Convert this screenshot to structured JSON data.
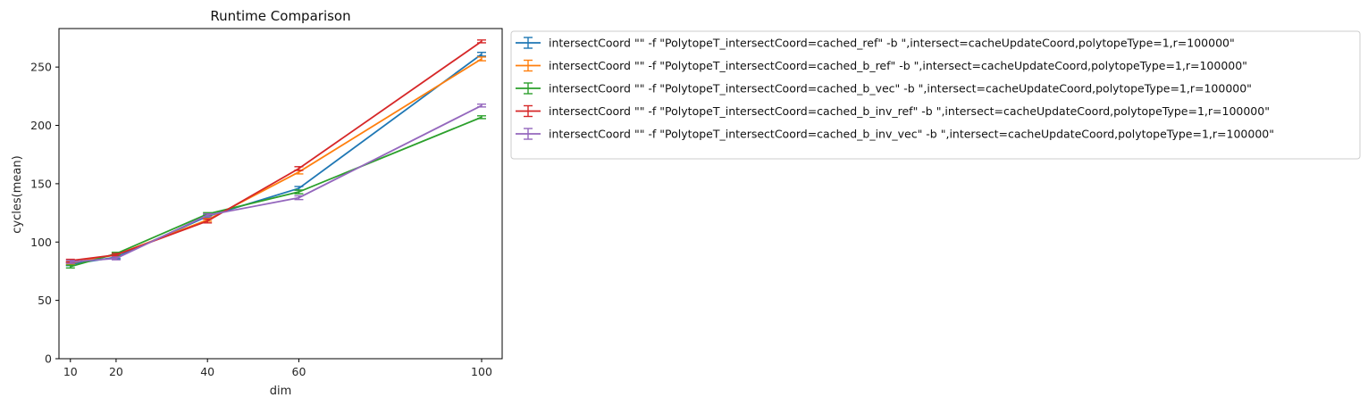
{
  "chart_data": {
    "type": "line",
    "title": "Runtime Comparison",
    "xlabel": "dim",
    "ylabel": "cycles(mean)",
    "x": [
      10,
      20,
      40,
      60,
      100
    ],
    "xticks": [
      "10",
      "20",
      "40",
      "60",
      "100"
    ],
    "xlim": [
      7.5,
      104.5
    ],
    "yticks": [
      "0",
      "50",
      "100",
      "150",
      "200",
      "250"
    ],
    "ylim": [
      0,
      283
    ],
    "grid": false,
    "error_bars": true,
    "legend_position": "outside-upper-right",
    "series": [
      {
        "name": "intersectCoord \"\" -f \"PolytopeT_intersectCoord=cached_ref\" -b \",intersect=cacheUpdateCoord,polytopeType=1,r=100000\"",
        "color": "#1f77b4",
        "values": [
          81,
          87,
          122,
          146,
          261
        ],
        "errors": [
          1.2,
          1.2,
          1.2,
          1.6,
          1.6
        ]
      },
      {
        "name": "intersectCoord \"\" -f \"PolytopeT_intersectCoord=cached_b_ref\" -b \",intersect=cacheUpdateCoord,polytopeType=1,r=100000\"",
        "color": "#ff7f0e",
        "values": [
          82,
          89,
          119,
          160,
          257
        ],
        "errors": [
          1.2,
          1.2,
          1.2,
          1.6,
          1.6
        ]
      },
      {
        "name": "intersectCoord \"\" -f \"PolytopeT_intersectCoord=cached_b_vec\" -b \",intersect=cacheUpdateCoord,polytopeType=1,r=100000\"",
        "color": "#2ca02c",
        "values": [
          79,
          90,
          124,
          143,
          207
        ],
        "errors": [
          1.2,
          1.2,
          1.2,
          1.6,
          1.2
        ]
      },
      {
        "name": "intersectCoord \"\" -f \"PolytopeT_intersectCoord=cached_b_inv_ref\" -b \",intersect=cacheUpdateCoord,polytopeType=1,r=100000\"",
        "color": "#d62728",
        "values": [
          84,
          89,
          118,
          163,
          272
        ],
        "errors": [
          1.2,
          1.2,
          1.6,
          1.6,
          1.2
        ]
      },
      {
        "name": "intersectCoord \"\" -f \"PolytopeT_intersectCoord=cached_b_inv_vec\" -b \",intersect=cacheUpdateCoord,polytopeType=1,r=100000\"",
        "color": "#9467bd",
        "values": [
          83,
          86,
          123,
          138,
          217
        ],
        "errors": [
          1.2,
          1.2,
          1.2,
          1.6,
          1.2
        ]
      }
    ]
  }
}
